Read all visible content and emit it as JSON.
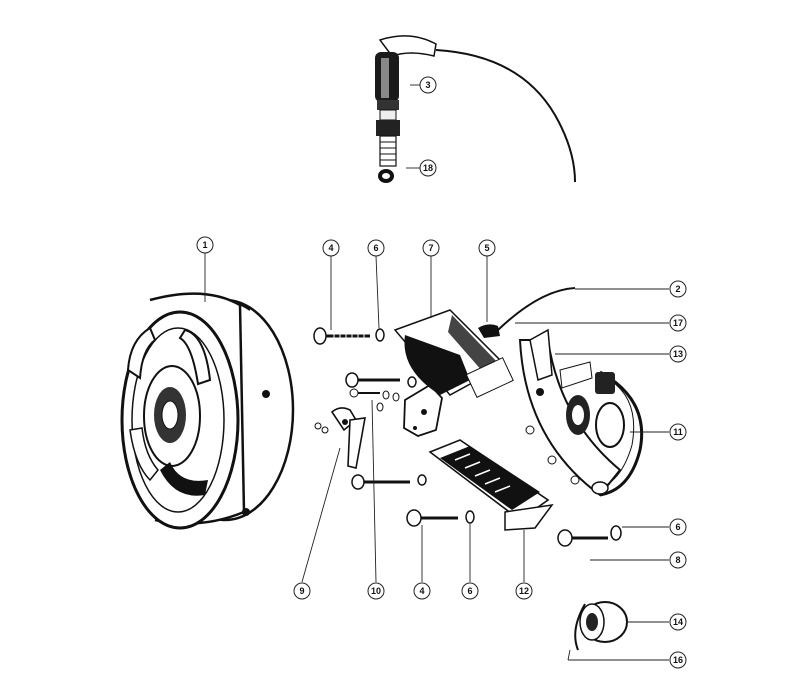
{
  "callouts": [
    {
      "id": "callout-1",
      "number": "1"
    },
    {
      "id": "callout-2",
      "number": "2"
    },
    {
      "id": "callout-3",
      "number": "3"
    },
    {
      "id": "callout-4a",
      "number": "4"
    },
    {
      "id": "callout-4b",
      "number": "4"
    },
    {
      "id": "callout-5",
      "number": "5"
    },
    {
      "id": "callout-6a",
      "number": "6"
    },
    {
      "id": "callout-6b",
      "number": "6"
    },
    {
      "id": "callout-6c",
      "number": "6"
    },
    {
      "id": "callout-7",
      "number": "7"
    },
    {
      "id": "callout-8",
      "number": "8"
    },
    {
      "id": "callout-9",
      "number": "9"
    },
    {
      "id": "callout-10",
      "number": "10"
    },
    {
      "id": "callout-11",
      "number": "11"
    },
    {
      "id": "callout-12",
      "number": "12"
    },
    {
      "id": "callout-13",
      "number": "13"
    },
    {
      "id": "callout-14",
      "number": "14"
    },
    {
      "id": "callout-16",
      "number": "16"
    },
    {
      "id": "callout-17",
      "number": "17"
    },
    {
      "id": "callout-18",
      "number": "18"
    }
  ]
}
